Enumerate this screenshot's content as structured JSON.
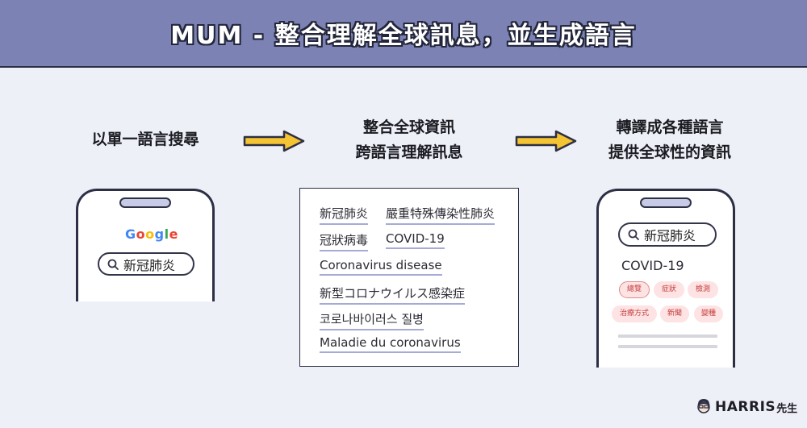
{
  "header": {
    "title": "MUM - 整合理解全球訊息，並生成語言"
  },
  "steps": [
    {
      "lines": [
        "以單一語言搜尋"
      ]
    },
    {
      "lines": [
        "整合全球資訊",
        "跨語言理解訊息"
      ]
    },
    {
      "lines": [
        "轉譯成各種語言",
        "提供全球性的資訊"
      ]
    }
  ],
  "left_phone": {
    "logo_text": "Google",
    "logo_colors": [
      "#4285F4",
      "#EA4335",
      "#FBBC05",
      "#4285F4",
      "#34A853",
      "#EA4335"
    ],
    "search_value": "新冠肺炎"
  },
  "terms": [
    "新冠肺炎",
    "嚴重特殊傳染性肺炎",
    "冠狀病毒",
    "COVID-19",
    "Coronavirus disease",
    "新型コロナウイルス感染症",
    "코로나바이러스 질병",
    "Maladie du coronavirus"
  ],
  "right_phone": {
    "search_value": "新冠肺炎",
    "result_title": "COVID-19",
    "chips": [
      "總覽",
      "症狀",
      "檢測",
      "治療方式",
      "新聞",
      "變種"
    ]
  },
  "brand": {
    "name": "HARRIS",
    "suffix": "先生"
  },
  "colors": {
    "header_bg": "#7c83b4",
    "arrow": "#f5c432",
    "chip_bg": "#fde3e3",
    "chip_text": "#c53a3a",
    "underline": "#a6abd6"
  }
}
